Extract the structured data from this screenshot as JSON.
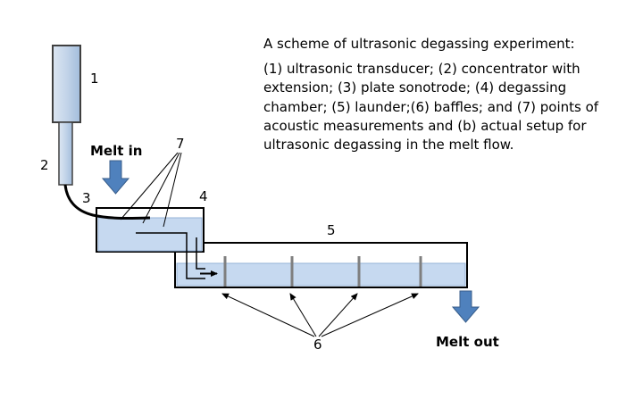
{
  "caption": {
    "title": "A scheme of ultrasonic degassing experiment:",
    "description": "(1) ultrasonic transducer; (2) concentrator with extension; (3) plate sonotrode; (4) degassing chamber; (5) launder;(6) baffles; and (7) points of acoustic measurements and (b) actual setup for ultrasonic degassing in the melt flow."
  },
  "labels": {
    "transducer": "1",
    "concentrator": "2",
    "sonotrode": "3",
    "chamber": "4",
    "launder": "5",
    "baffles": "6",
    "measurement_points": "7",
    "melt_in": "Melt in",
    "melt_out": "Melt out"
  },
  "colors": {
    "liquid_fill": "#c6d9f0",
    "liquid_edge": "#95b3d7",
    "flow_arrow": "#4f81bd",
    "flow_arrow_edge": "#385d8a",
    "baffle": "#7f7f7f",
    "outline": "#000000"
  }
}
